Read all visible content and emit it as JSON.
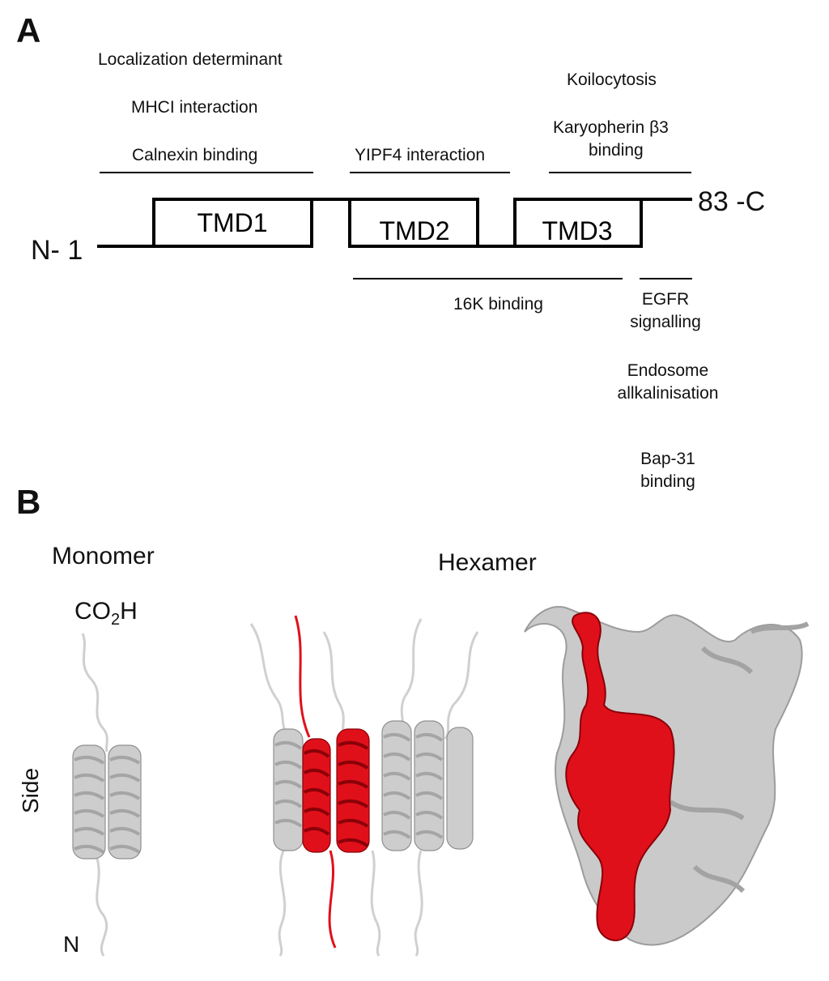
{
  "panel_a": {
    "letter": "A",
    "above_left": [
      "Localization determinant",
      "MHCI interaction",
      "Calnexin binding"
    ],
    "above_mid": "YIPF4 interaction",
    "above_right": [
      "Koilocytosis",
      "Karyopherin β3",
      "binding"
    ],
    "n_terminus": "N- 1",
    "c_terminus": "83 -C",
    "tmd": [
      "TMD1",
      "TMD2",
      "TMD3"
    ],
    "below_mid": "16K binding",
    "below_right": [
      {
        "line1": "EGFR",
        "line2": "signalling"
      },
      {
        "line1": "Endosome",
        "line2": "allkalinisation"
      },
      {
        "line1": "Bap-31",
        "line2": "binding"
      }
    ]
  },
  "panel_b": {
    "letter": "B",
    "monomer_title": "Monomer",
    "hexamer_title": "Hexamer",
    "side_label": "Side",
    "co2h_main": "CO",
    "co2h_sub": "2",
    "co2h_tail": "H",
    "n_label": "N"
  },
  "colors": {
    "highlight": "#e0101a",
    "protein_gray": "#c9c9c9",
    "protein_dark": "#9a9a9a"
  }
}
